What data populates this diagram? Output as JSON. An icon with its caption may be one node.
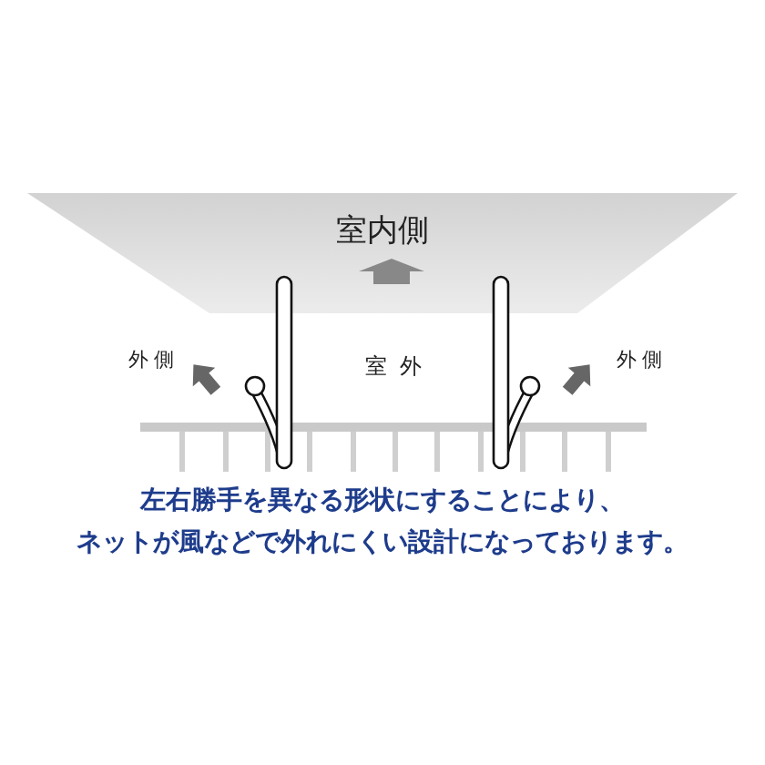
{
  "diagram": {
    "caption": "左右勝手を異なる形状にすることにより、ネットが風などで外れにくい設計になっております。",
    "nodes": [
      {
        "text": [
          "室内側"
        ]
      }
    ],
    "labels": [
      "外側",
      "室外",
      "外側"
    ]
  }
}
